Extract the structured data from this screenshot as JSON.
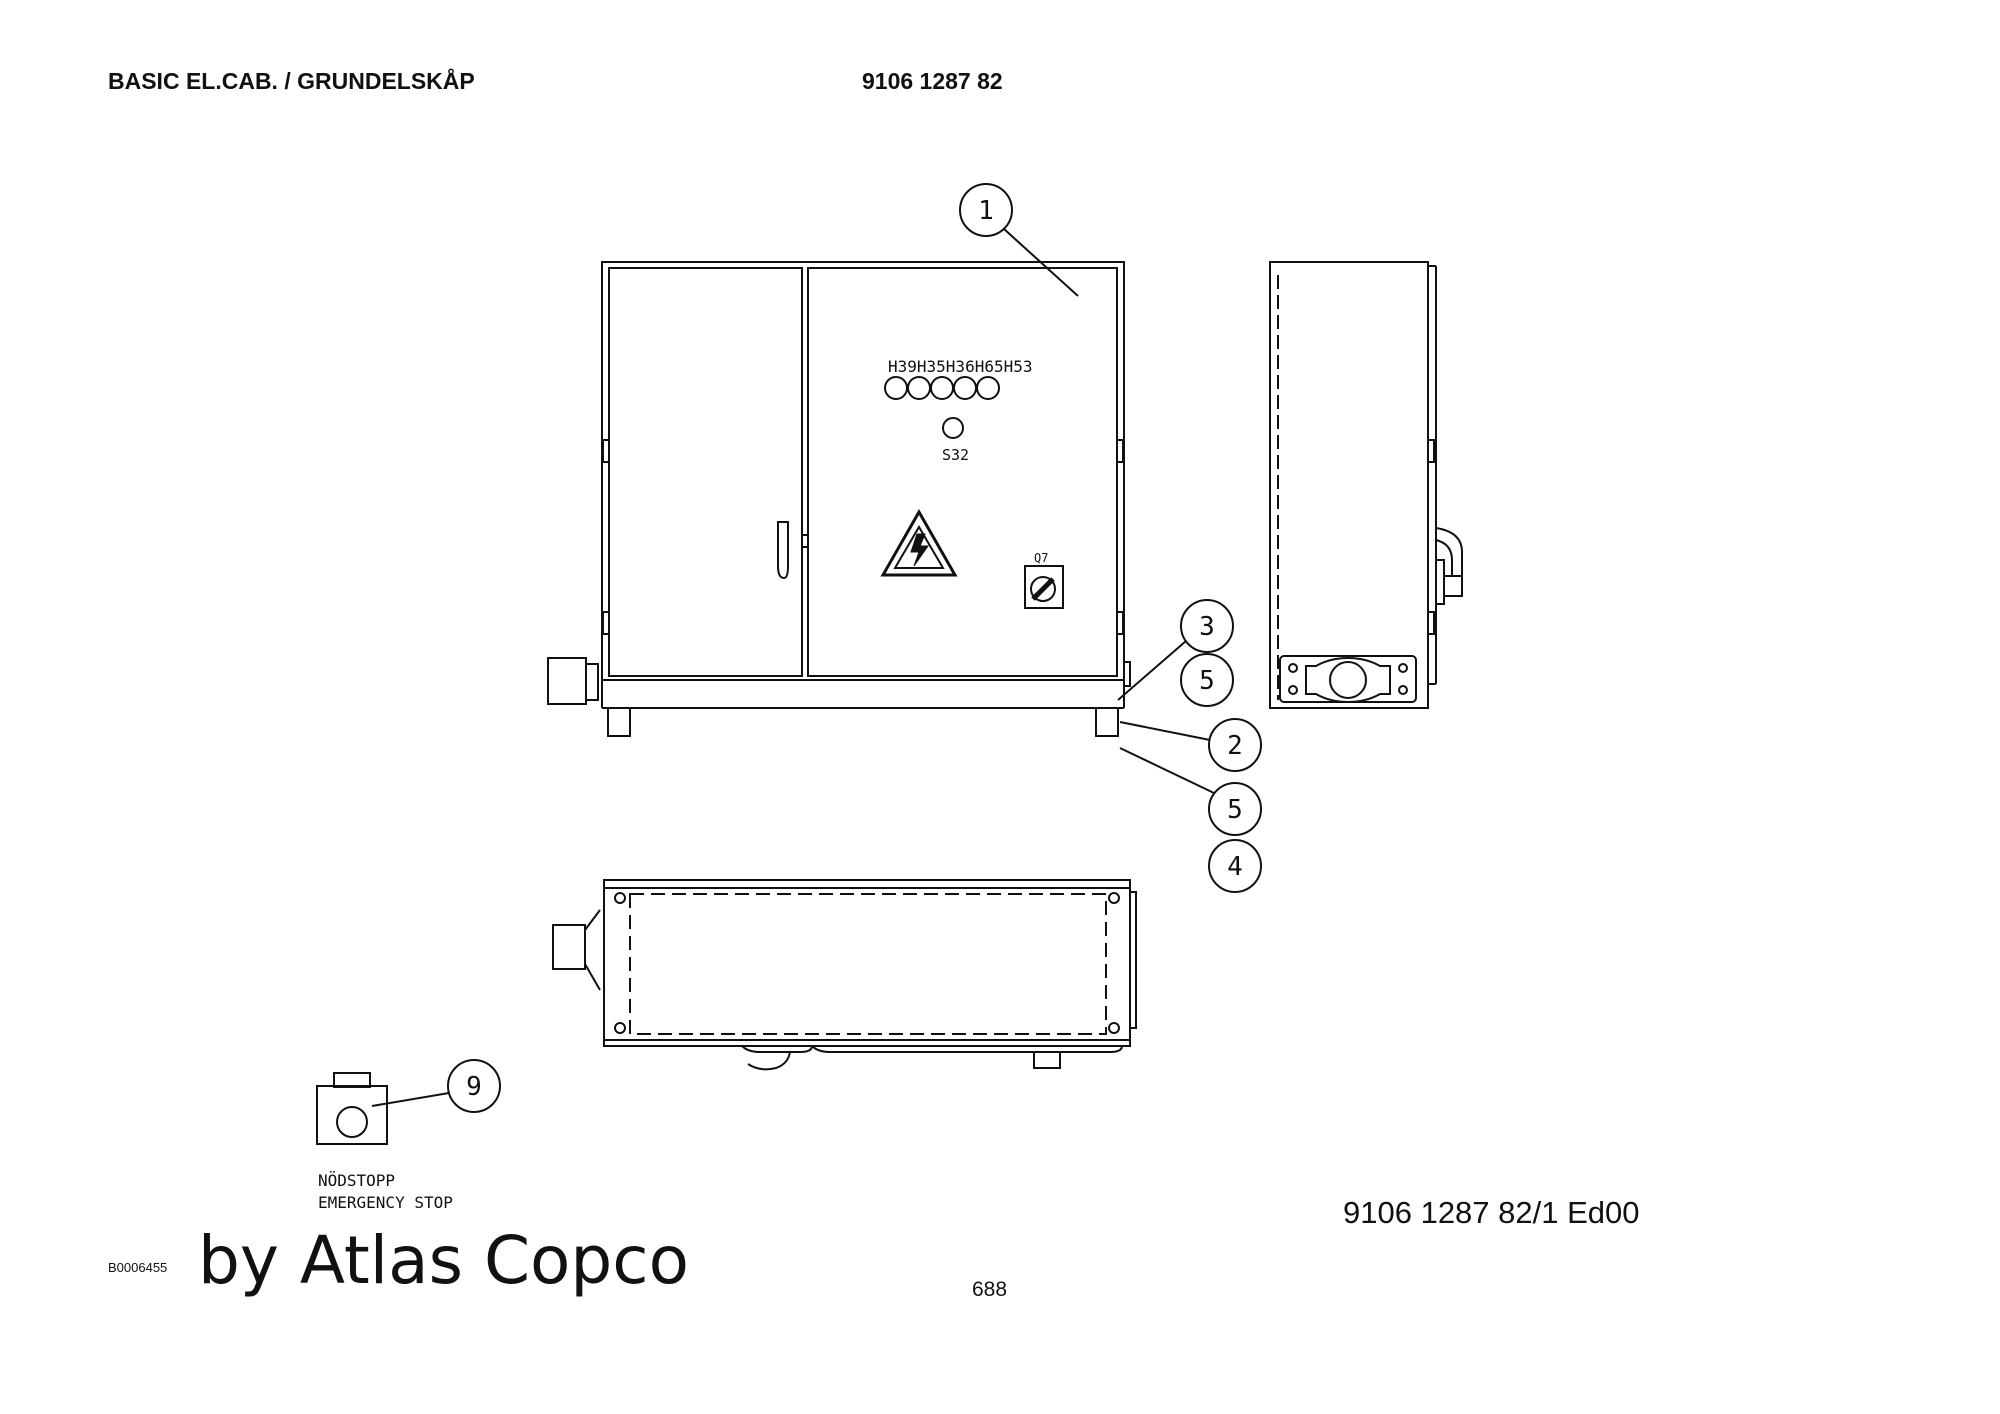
{
  "header": {
    "title": "BASIC EL.CAB. / GRUNDELSKÅP",
    "part_number": "9106 1287 82"
  },
  "diagram": {
    "panel_labels": {
      "lamps": "H39H35H36H65H53",
      "button": "S32",
      "switch": "Q7"
    },
    "balloons": {
      "b1": "1",
      "b2": "2",
      "b3": "3",
      "b4": "4",
      "b5a": "5",
      "b5b": "5",
      "b9": "9"
    },
    "emergency_stop": {
      "line1": "NÖDSTOPP",
      "line2": "EMERGENCY STOP"
    }
  },
  "footer": {
    "reference": "9106 1287 82/1  Ed00",
    "page": "688",
    "image_code": "B0006455",
    "watermark": "by Atlas Copco"
  }
}
